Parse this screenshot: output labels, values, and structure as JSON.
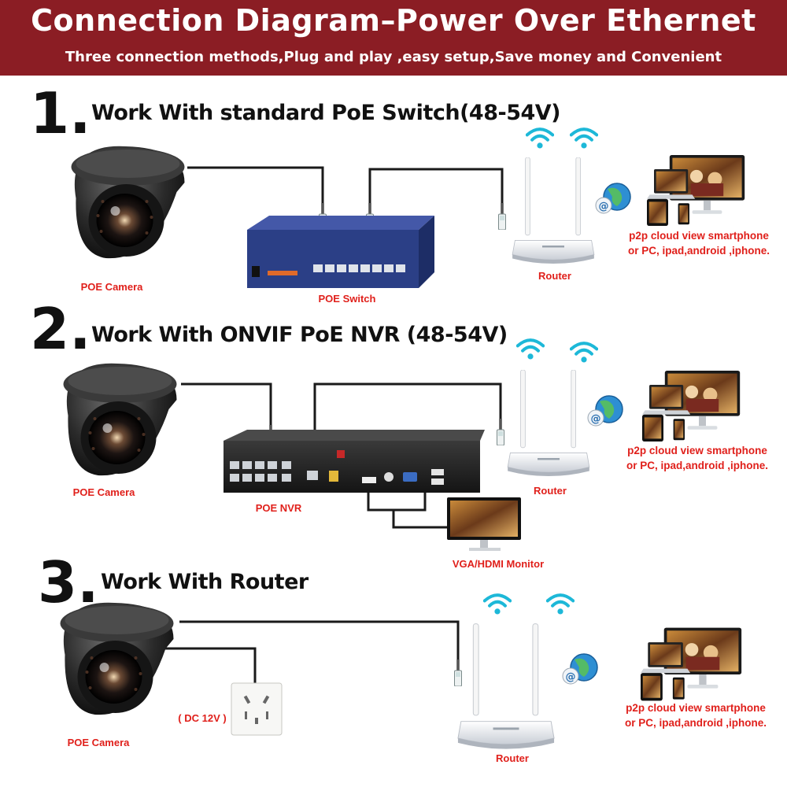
{
  "header": {
    "title": "Connection Diagram–Power Over Ethernet",
    "subtitle": "Three connection methods,Plug and play ,easy setup,Save money and Convenient"
  },
  "colors": {
    "banner": "#8b1d24",
    "label_red": "#e0201b",
    "switch_blue": "#2b3f86"
  },
  "sections": [
    {
      "number": "1.",
      "title": "Work With standard PoE Switch(48-54V)",
      "labels": {
        "camera": "POE Camera",
        "switch": "POE Switch",
        "router": "Router",
        "p2p_line1": "p2p cloud view smartphone",
        "p2p_line2": "or PC, ipad,android ,iphone."
      }
    },
    {
      "number": "2.",
      "title": "Work With ONVIF PoE NVR (48-54V)",
      "labels": {
        "camera": "POE Camera",
        "nvr": "POE NVR",
        "router": "Router",
        "monitor": "VGA/HDMI Monitor",
        "p2p_line1": "p2p cloud view smartphone",
        "p2p_line2": "or PC, ipad,android ,iphone."
      }
    },
    {
      "number": "3.",
      "title": "Work With Router",
      "labels": {
        "camera": "POE Camera",
        "power": "( DC 12V )",
        "router": "Router",
        "p2p_line1": "p2p cloud view smartphone",
        "p2p_line2": "or PC, ipad,android ,iphone."
      }
    }
  ],
  "icons": [
    "dome-camera-icon",
    "poe-switch-icon",
    "nvr-icon",
    "router-icon",
    "wifi-icon",
    "cloud-globe-icon",
    "monitor-icon",
    "laptop-icon",
    "tablet-icon",
    "phone-icon",
    "power-socket-icon",
    "rj45-plug-icon"
  ]
}
